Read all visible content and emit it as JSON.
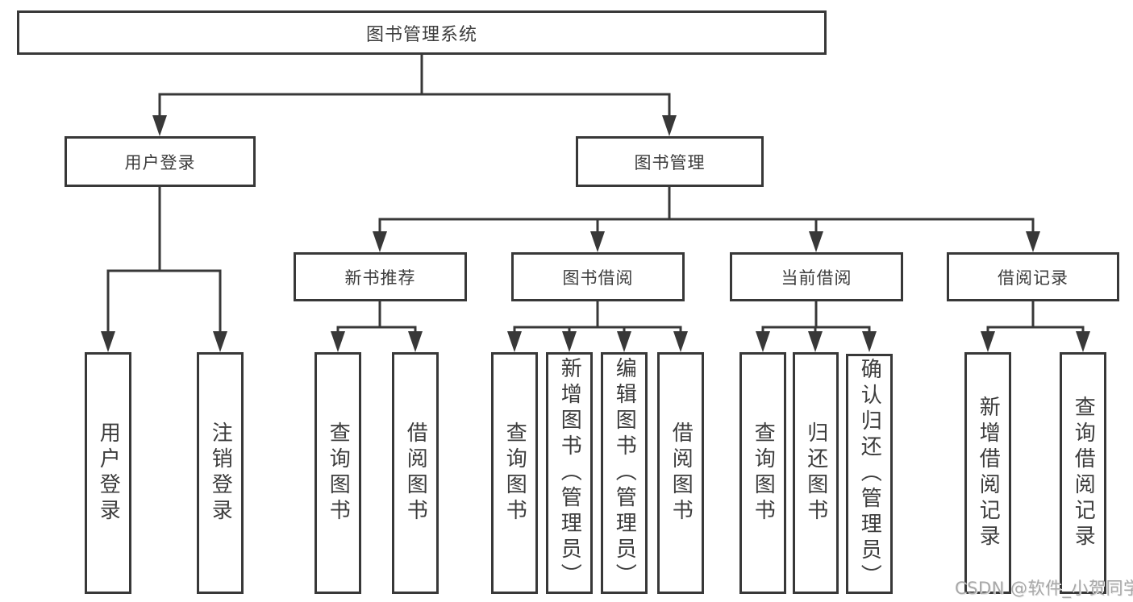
{
  "diagram": {
    "root": {
      "label": "图书管理系统"
    },
    "branches": [
      {
        "label": "用户登录",
        "children": [
          "用户登录",
          "注销登录"
        ]
      },
      {
        "label": "图书管理",
        "groups": [
          {
            "label": "新书推荐",
            "children": [
              "查询图书",
              "借阅图书"
            ]
          },
          {
            "label": "图书借阅",
            "children": [
              "查询图书",
              "新增图书（管理员）",
              "编辑图书（管理员）",
              "借阅图书"
            ]
          },
          {
            "label": "当前借阅",
            "children": [
              "查询图书",
              "归还图书",
              "确认归还（管理员）"
            ]
          },
          {
            "label": "借阅记录",
            "children": [
              "新增借阅记录",
              "查询借阅记录"
            ]
          }
        ]
      }
    ]
  },
  "watermark": {
    "text": "CSDN @软件_小贺同学"
  },
  "colors": {
    "line": "#383838",
    "text": "#3c3c3c",
    "watermark": "#a8a8a8",
    "background": "#ffffff"
  }
}
